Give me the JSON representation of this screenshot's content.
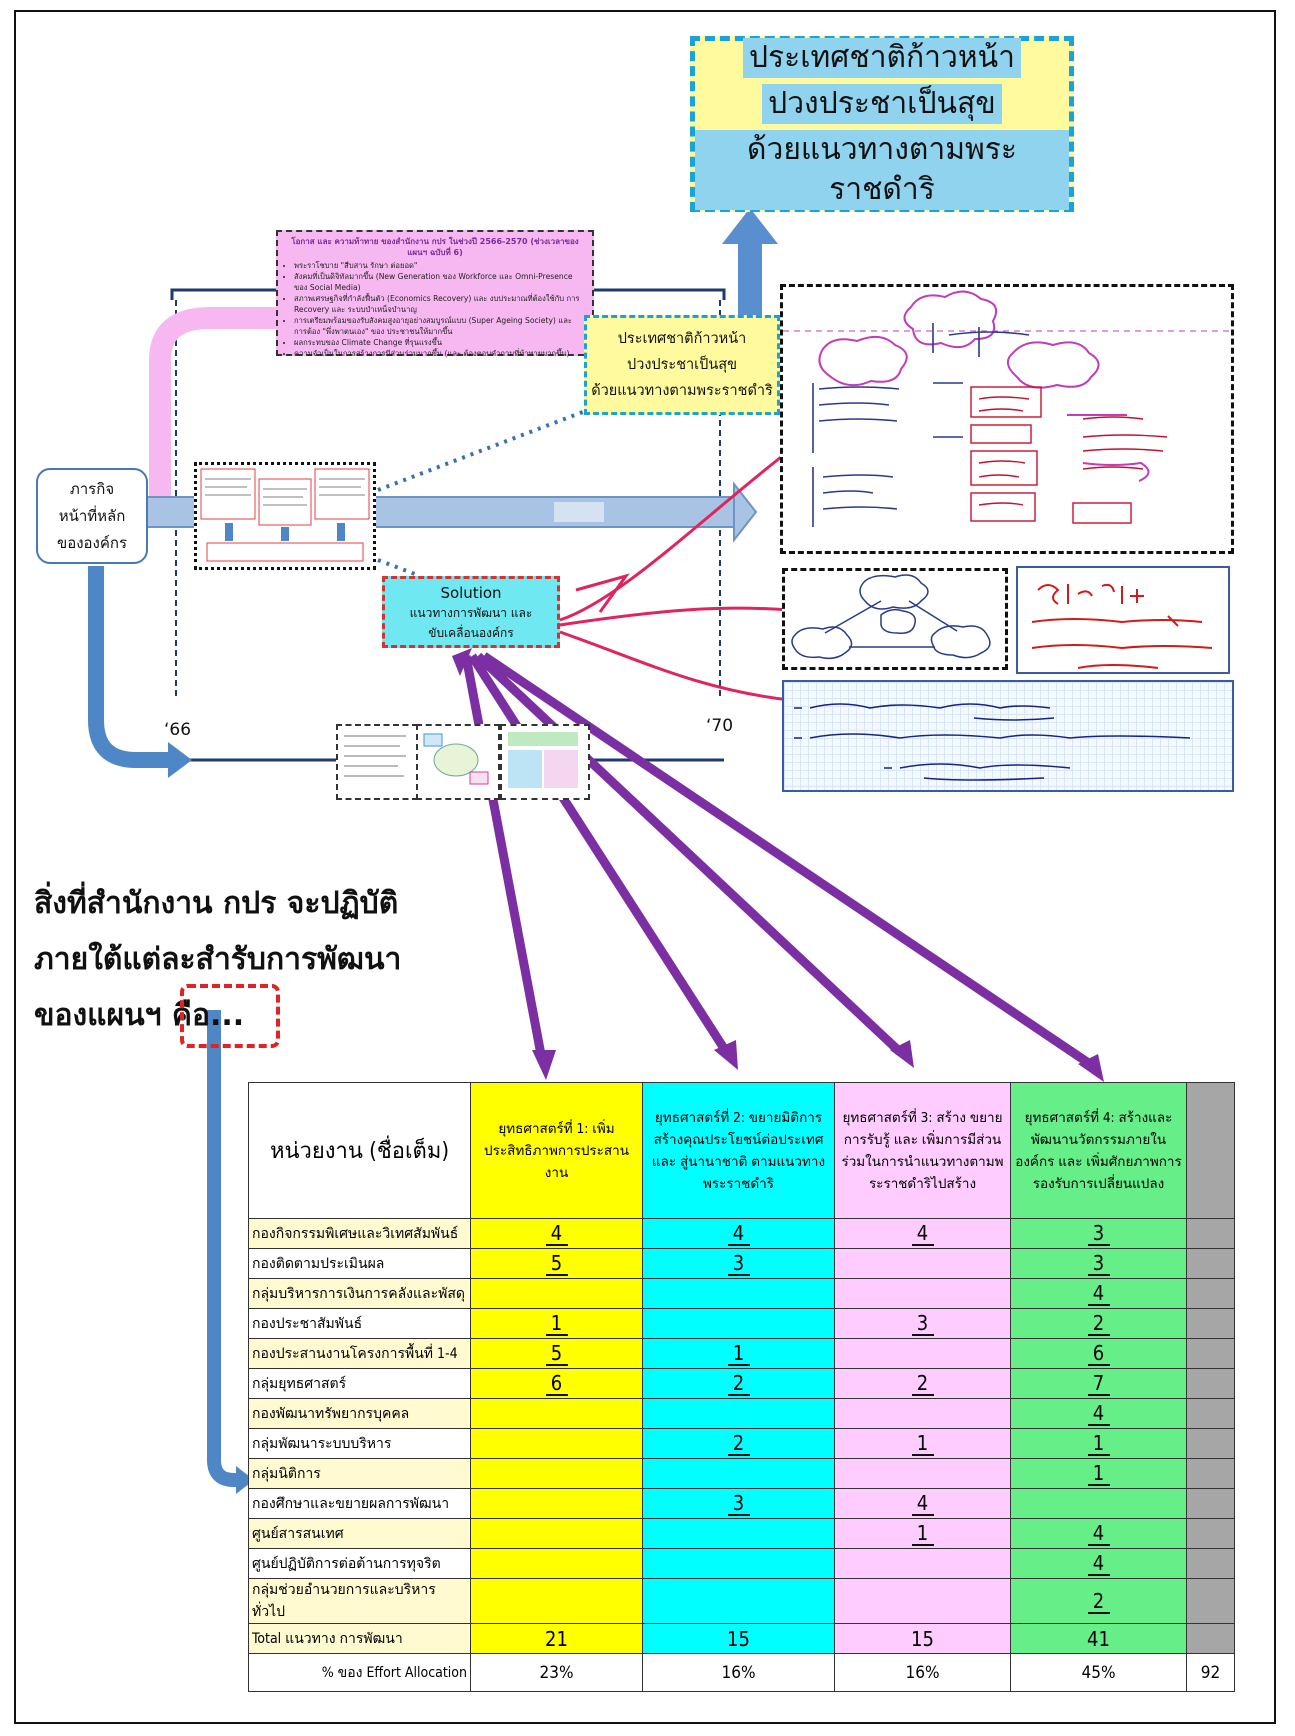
{
  "vision_top": [
    "ประเทศชาติก้าวหน้า",
    "ปวงประชาเป็นสุข",
    "ด้วยแนวทางตามพระราชดำริ"
  ],
  "vision_small": [
    "ประเทศชาติก้าวหน้า",
    "ปวงประชาเป็นสุข",
    "ด้วยแนวทางตามพระราชดำริ"
  ],
  "opportunity": {
    "title": "โอกาส และ ความท้าทาย ของสำนักงาน กปร ในช่วงปี 2566-2570 (ช่วงเวลาของแผนฯ ฉบับที่ 6)",
    "items": [
      "พระราโชบาย \"สืบสาน รักษา ต่อยอด\"",
      "สังคมที่เป็นดิจิทัลมากขึ้น (New Generation ของ Workforce และ Omni-Presence ของ Social Media)",
      "สภาพเศรษฐกิจที่กำลังฟื้นตัว (Economics Recovery) และ งบประมาณที่ต้องใช้กับ การ Recovery และ ระบบบำเหน็จบำนาญ",
      "การเตรียมพร้อมของรับสังคมสูงอายุอย่างสมบูรณ์แบบ (Super Ageing Society) และ การต้อง \"พึ่งพาตนเอง\" ของ ประชาชนให้มากขึ้น",
      "ผลกระทบของ Climate Change ที่รุนแรงขึ้น",
      "ความจำเป็นในการสร้างการมีส่วนร่วมมากขึ้น (และ ต้องตอบคำถามที่ท้าทายมากขึ้น)"
    ]
  },
  "mission": [
    "ภารกิจ",
    "หน้าที่หลัก",
    "ขององค์กร"
  ],
  "solution": {
    "title": "Solution",
    "line1": "แนวทางการพัฒนา และ",
    "line2": "ขับเคลื่อนองค์กร"
  },
  "years": {
    "start": "‘66",
    "end": "‘70"
  },
  "question": [
    "สิ่งที่สำนักงาน กปร จะปฏิบัติ",
    "ภายใต้แต่ละสำรับการพัฒนา",
    "ของแผนฯ คือ..."
  ],
  "colors": {
    "yellow": "#ffff00",
    "cyan": "#00ffff",
    "pink": "#ffccff",
    "green": "#66ee88",
    "purple_arrow": "#7b2fa3",
    "blue_arrow": "#4f86c6"
  },
  "table": {
    "header_unit": "หน่วยงาน (ชื่อเต็ม)",
    "strategies": [
      "ยุทธศาสตร์ที่ 1: เพิ่มประสิทธิภาพการประสานงาน",
      "ยุทธศาสตร์ที่ 2: ขยายมิติการสร้างคุณประโยชน์ต่อประเทศ และ สู่นานาชาติ ตามแนวทางพระราชดำริ",
      "ยุทธศาสตร์ที่ 3: สร้าง ขยายการรับรู้ และ เพิ่มการมีส่วนร่วมในการนำแนวทางตามพระราชดำริไปสร้าง",
      "ยุทธศาสตร์ที่ 4: สร้างและพัฒนานวัตกรรมภายในองค์กร และ เพิ่มศักยภาพการรองรับการเปลี่ยนแปลง"
    ],
    "rows": [
      {
        "name": "กองกิจกรรมพิเศษและวิเทศสัมพันธ์",
        "v": [
          "4",
          "4",
          "4",
          "3"
        ]
      },
      {
        "name": "กองติดตามประเมินผล",
        "v": [
          "5",
          "3",
          "",
          "3"
        ]
      },
      {
        "name": "กลุ่มบริหารการเงินการคลังและพัสดุ",
        "v": [
          "",
          "",
          "",
          "4"
        ]
      },
      {
        "name": "กองประชาสัมพันธ์",
        "v": [
          "1",
          "",
          "3",
          "2"
        ]
      },
      {
        "name": "กองประสานงานโครงการพื้นที่ 1-4",
        "v": [
          "5",
          "1",
          "",
          "6"
        ]
      },
      {
        "name": "กลุ่มยุทธศาสตร์",
        "v": [
          "6",
          "2",
          "2",
          "7"
        ]
      },
      {
        "name": "กองพัฒนาทรัพยากรบุคคล",
        "v": [
          "",
          "",
          "",
          "4"
        ]
      },
      {
        "name": "กลุ่มพัฒนาระบบบริหาร",
        "v": [
          "",
          "2",
          "1",
          "1"
        ]
      },
      {
        "name": "กลุ่มนิติการ",
        "v": [
          "",
          "",
          "",
          "1"
        ]
      },
      {
        "name": "กองศึกษาและขยายผลการพัฒนา",
        "v": [
          "",
          "3",
          "4",
          ""
        ]
      },
      {
        "name": "ศูนย์สารสนเทศ",
        "v": [
          "",
          "",
          "1",
          "4"
        ]
      },
      {
        "name": "ศูนย์ปฏิบัติการต่อต้านการทุจริต",
        "v": [
          "",
          "",
          "",
          "4"
        ]
      },
      {
        "name": "กลุ่มช่วยอำนวยการและบริหารทั่วไป",
        "v": [
          "",
          "",
          "",
          "2"
        ]
      }
    ],
    "total": {
      "label": "Total แนวทาง การพัฒนา",
      "v": [
        "21",
        "15",
        "15",
        "41"
      ]
    },
    "pct": {
      "label": "% ของ Effort Allocation",
      "v": [
        "23%",
        "16%",
        "16%",
        "45%"
      ],
      "grand": "92"
    }
  }
}
